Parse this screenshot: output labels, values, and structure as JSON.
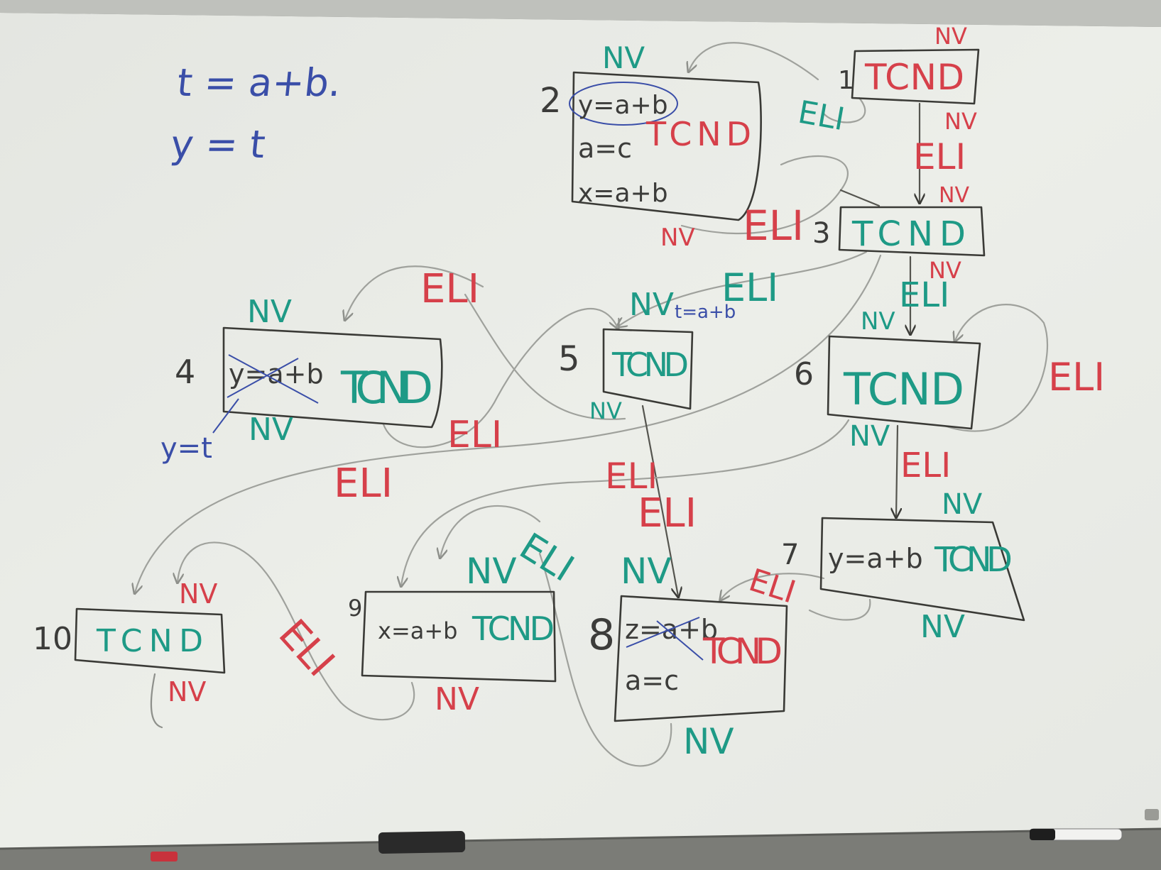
{
  "colors": {
    "board": "#e9ebe6",
    "tray": "#7b7c77",
    "node_outline": "#3a3a36",
    "arrow": "#9fa19c",
    "blue": "#3a4ea8",
    "teal": "#1e9a86",
    "red": "#d6404a",
    "dark": "#3c3c3a"
  },
  "top_left": {
    "line1": "t = a+b.",
    "line2": "y = t"
  },
  "nodes": [
    {
      "id": "n1",
      "number": "1",
      "lines": [
        "TCND"
      ]
    },
    {
      "id": "n2",
      "number": "2",
      "lines": [
        "y=a+b",
        "a=c",
        "x=a+b"
      ],
      "tag": "TCND"
    },
    {
      "id": "n3",
      "number": "3",
      "lines": [
        "TCND"
      ]
    },
    {
      "id": "n4",
      "number": "4",
      "lines": [
        "y=a+b"
      ],
      "tag": "TCND",
      "below_note": "y=t"
    },
    {
      "id": "n5",
      "number": "5",
      "lines": [
        "TCND"
      ],
      "above_note": "t=a+b"
    },
    {
      "id": "n6",
      "number": "6",
      "lines": [
        "TCND"
      ]
    },
    {
      "id": "n7",
      "number": "7",
      "lines": [
        "y=a+b"
      ],
      "tag": "TCND"
    },
    {
      "id": "n8",
      "number": "8",
      "lines": [
        "z=a+b",
        "a=c"
      ],
      "tag": "TCND"
    },
    {
      "id": "n9",
      "number": "9",
      "lines": [
        "x=a+b"
      ],
      "tag": "TCND"
    },
    {
      "id": "n10",
      "number": "10",
      "lines": [
        "TCND"
      ]
    }
  ],
  "edge_labels": {
    "nv": "NV",
    "eli": "ELI"
  }
}
